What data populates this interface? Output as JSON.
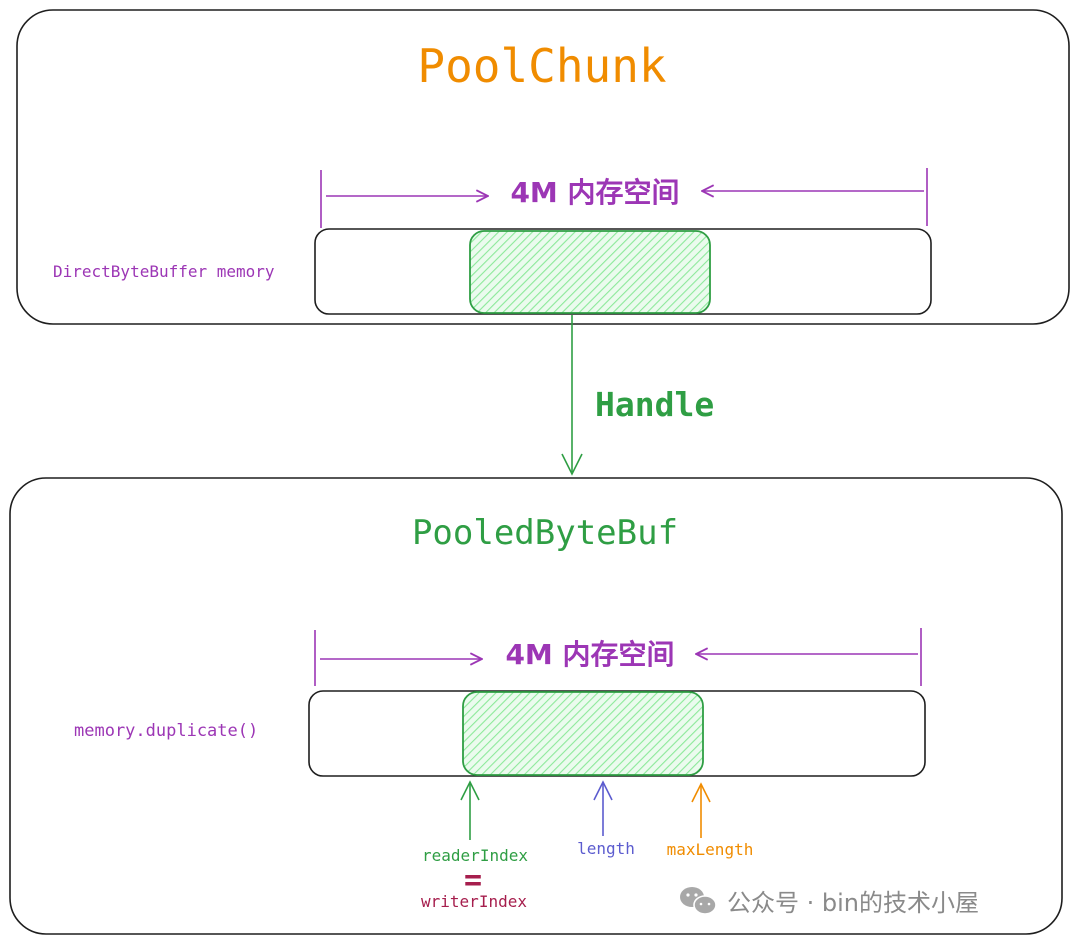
{
  "top_panel": {
    "title": "PoolChunk",
    "span_label": "4M 内存空间",
    "left_label": "DirectByteBuffer memory"
  },
  "connector": {
    "label": "Handle"
  },
  "bottom_panel": {
    "title": "PooledByteBuf",
    "span_label": "4M 内存空间",
    "left_label": "memory.duplicate()",
    "pointers": {
      "reader": "readerIndex",
      "equals": "=",
      "writer": "writerIndex",
      "length": "length",
      "max": "maxLength"
    }
  },
  "watermark": {
    "text": "公众号 · bin的技术小屋",
    "icon": "wechat-icon"
  },
  "colors": {
    "orange": "#f08c00",
    "purple": "#9c36b5",
    "green": "#2f9e44",
    "blue": "#5c5ccf",
    "crimson": "#a61e4d",
    "outline": "#1e1e1e",
    "hatch": "#b2f2bb"
  }
}
